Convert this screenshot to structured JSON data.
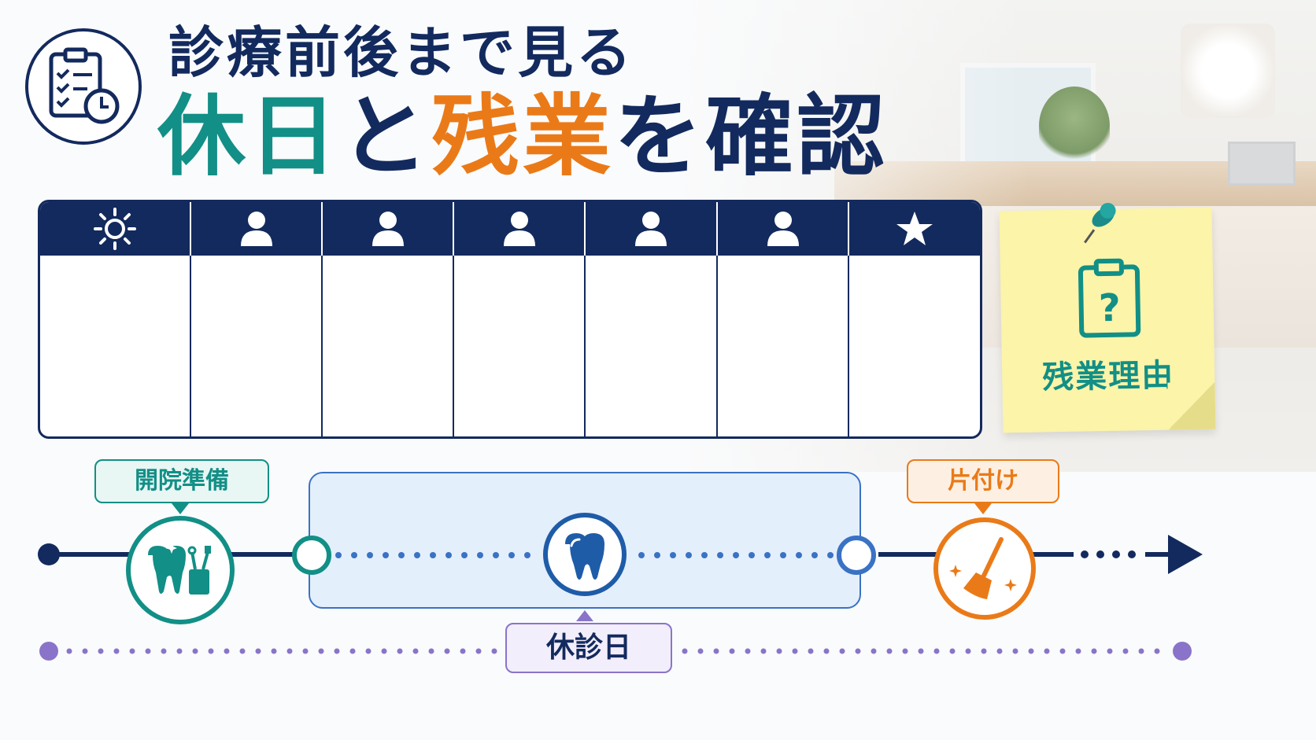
{
  "header": {
    "title_line1": "診療前後まで見る",
    "title_line2": {
      "part1": "休日",
      "part2": "と",
      "part3": "残業",
      "part4": "を確認"
    },
    "icon": "clipboard-checklist-clock-icon"
  },
  "schedule": {
    "columns": [
      {
        "icon": "sun-icon"
      },
      {
        "icon": "person-icon"
      },
      {
        "icon": "person-icon"
      },
      {
        "icon": "person-icon"
      },
      {
        "icon": "person-icon"
      },
      {
        "icon": "person-icon"
      },
      {
        "icon": "star-icon"
      }
    ]
  },
  "sticky_note": {
    "label": "残業理由",
    "icons": [
      "pushpin-icon",
      "clipboard-question-icon"
    ]
  },
  "timeline": {
    "before_label": "開院準備",
    "after_label": "片付け",
    "closed_label": "休診日",
    "icons": [
      "tooth-brush-cup-icon",
      "tooth-icon",
      "broom-icon"
    ]
  },
  "colors": {
    "navy": "#132a5e",
    "teal": "#128f86",
    "orange": "#ea7a18",
    "blue": "#3a72c4",
    "purple": "#8a74c9",
    "note_yellow": "#fbf4a9"
  }
}
